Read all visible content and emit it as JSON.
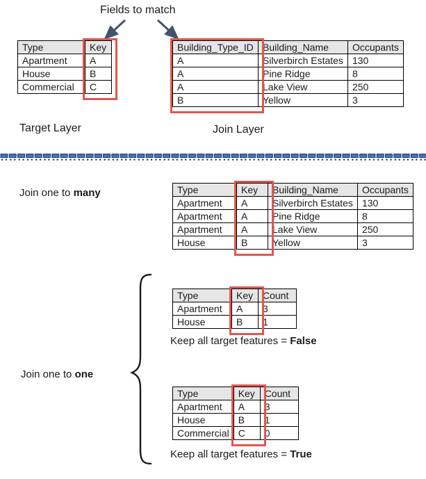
{
  "diagram": {
    "fields_to_match": "Fields to match",
    "target_layer_label": "Target Layer",
    "join_layer_label": "Join Layer",
    "join_many": {
      "prefix": "Join one to ",
      "bold": "many"
    },
    "join_one": {
      "prefix": "Join one to ",
      "bold": "one"
    },
    "caption_false": {
      "prefix": "Keep all target features = ",
      "bold": "False"
    },
    "caption_true": {
      "prefix": "Keep all target features = ",
      "bold": "True"
    }
  },
  "colors": {
    "highlight_red": "#E0564F",
    "header_gray": "#E7E6E6",
    "arrow_navy": "#44546A",
    "divider_blue": "#4472C4",
    "divider_dark_blue": "#1F3864",
    "table_border": "#000000"
  },
  "tables": {
    "target": {
      "headers": [
        "Type",
        "Key"
      ],
      "rows": [
        [
          "Apartment",
          "A"
        ],
        [
          "House",
          "B"
        ],
        [
          "Commercial",
          "C"
        ]
      ],
      "highlight_col": 1
    },
    "join": {
      "headers": [
        "Building_Type_ID",
        "Building_Name",
        "Occupants"
      ],
      "rows": [
        [
          "A",
          "Silverbirch Estates",
          "130"
        ],
        [
          "A",
          "Pine Ridge",
          "8"
        ],
        [
          "A",
          "Lake View",
          "250"
        ],
        [
          "B",
          "Yellow",
          "3"
        ]
      ],
      "highlight_col": 0
    },
    "one_to_many": {
      "headers": [
        "Type",
        "Key",
        "Building_Name",
        "Occupants"
      ],
      "rows": [
        [
          "Apartment",
          "A",
          "Silverbirch Estates",
          "130"
        ],
        [
          "Apartment",
          "A",
          "Pine Ridge",
          "8"
        ],
        [
          "Apartment",
          "A",
          "Lake View",
          "250"
        ],
        [
          "House",
          "B",
          "Yellow",
          "3"
        ]
      ],
      "highlight_col": 1
    },
    "one_to_one_false": {
      "headers": [
        "Type",
        "Key",
        "Count"
      ],
      "rows": [
        [
          "Apartment",
          "A",
          "3"
        ],
        [
          "House",
          "B",
          "1"
        ]
      ],
      "highlight_col": 1
    },
    "one_to_one_true": {
      "headers": [
        "Type",
        "Key",
        "Count"
      ],
      "rows": [
        [
          "Apartment",
          "A",
          "3"
        ],
        [
          "House",
          "B",
          "1"
        ],
        [
          "Commercial",
          "C",
          "0"
        ]
      ],
      "highlight_col": 1
    }
  }
}
